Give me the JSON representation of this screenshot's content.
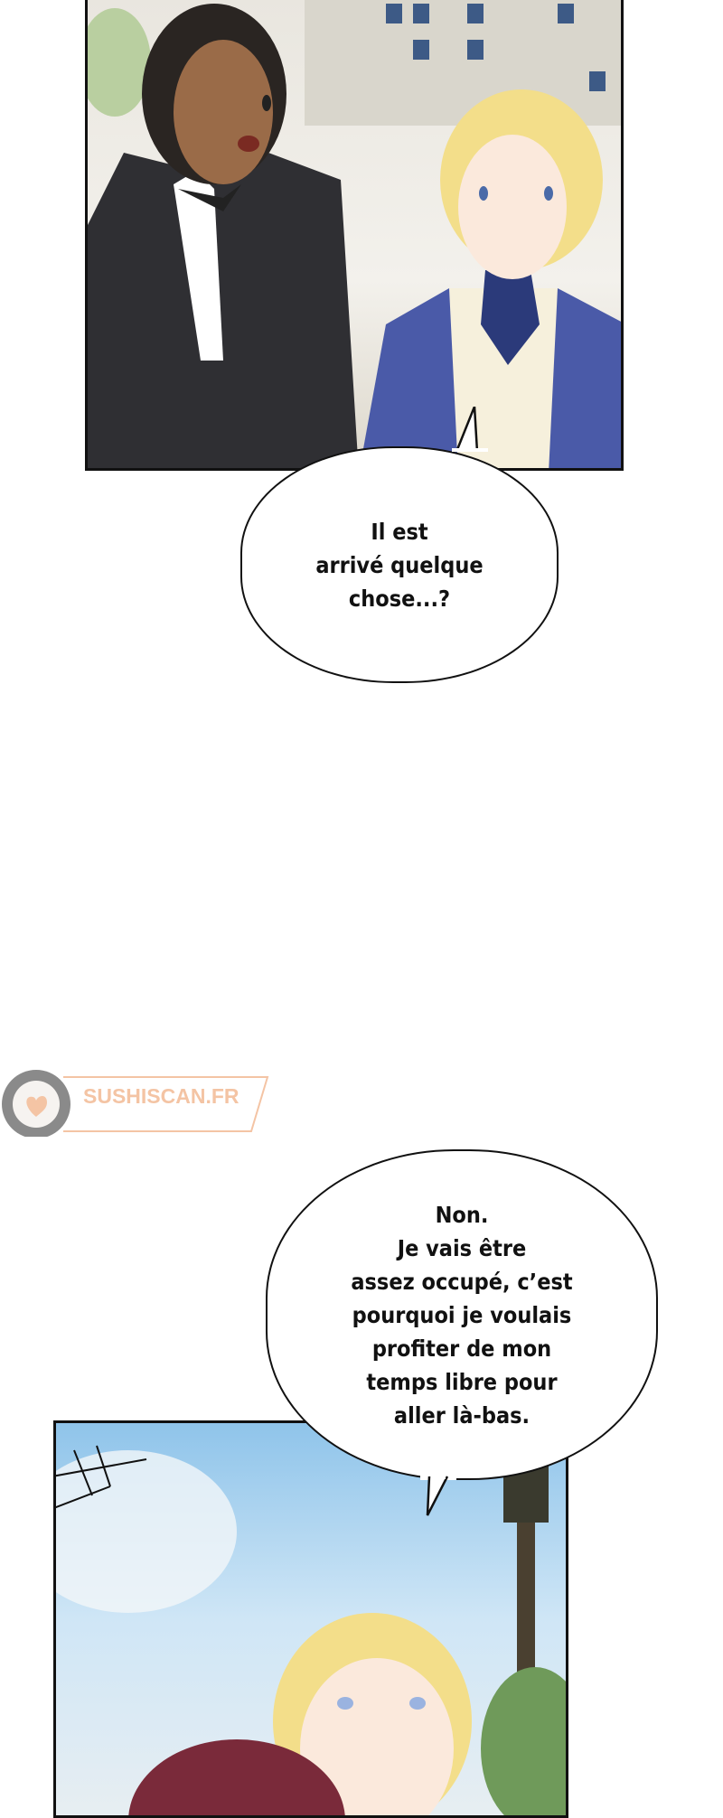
{
  "panels": [
    {
      "bubble_lines": [
        "Il est",
        "arrivé quelque",
        "chose...?"
      ]
    },
    {
      "bubble_lines": [
        "Non.",
        "Je vais être",
        "assez occupé, c’est",
        "pourquoi je voulais",
        "profiter de mon",
        "temps libre pour",
        "aller là-bas."
      ]
    }
  ],
  "watermark": {
    "text": "SUSHISCAN.FR"
  },
  "colors": {
    "watermark": "#f4c4a4",
    "jacket": "#2f2f33",
    "dress": "#4a5aa8",
    "hair_blonde": "#f3de8a",
    "sky": "#8fc4ea"
  }
}
